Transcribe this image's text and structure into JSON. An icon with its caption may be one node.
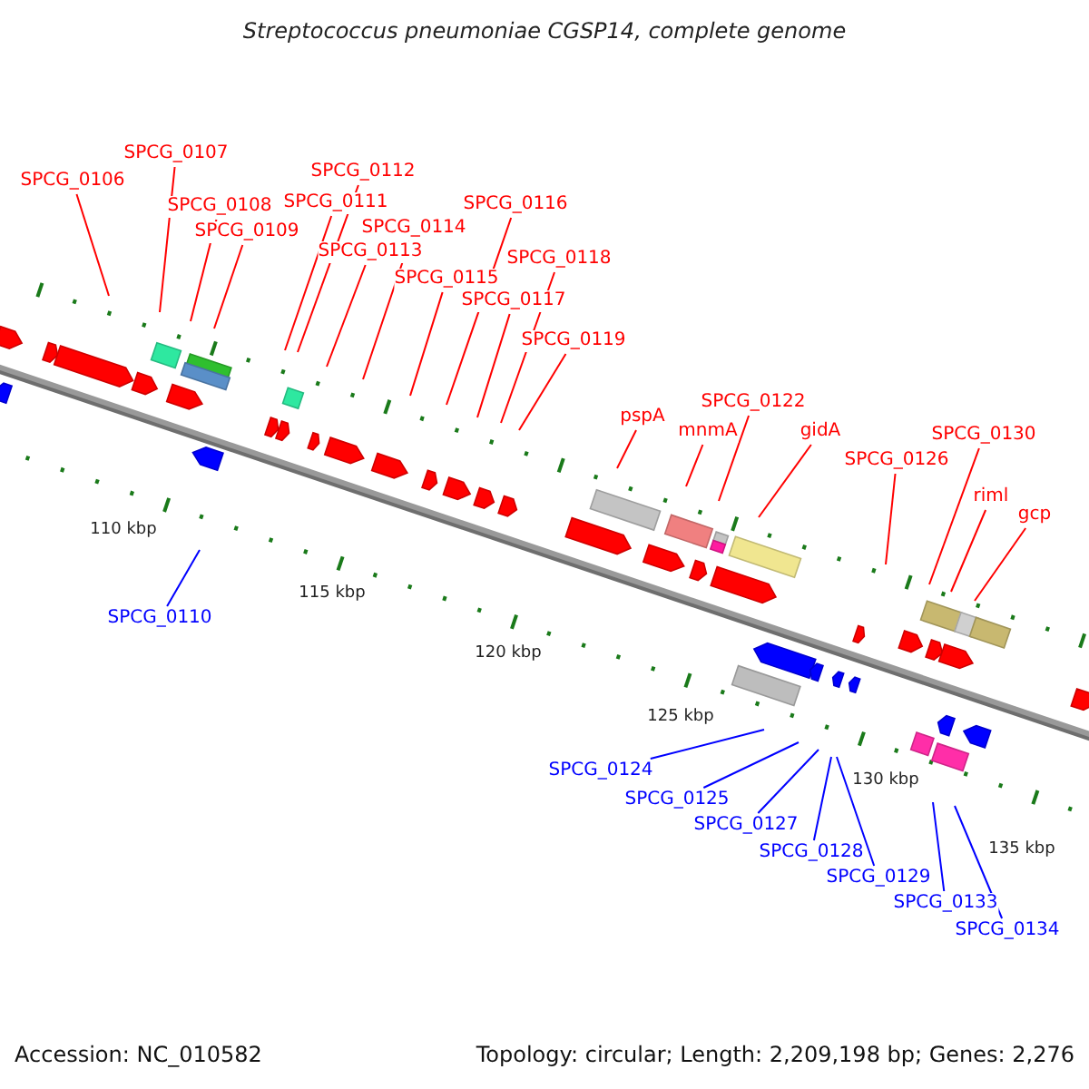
{
  "diagram": {
    "title": "Streptococcus pneumoniae CGSP14, complete genome",
    "nodes": [
      {
        "text": [
          "SPCG_0106"
        ]
      },
      {
        "text": [
          "SPCG_0107"
        ]
      },
      {
        "text": [
          "SPCG_0108"
        ]
      },
      {
        "text": [
          "SPCG_0109"
        ]
      },
      {
        "text": [
          "SPCG_0110"
        ]
      },
      {
        "text": [
          "SPCG_0111"
        ]
      },
      {
        "text": [
          "SPCG_0112"
        ]
      },
      {
        "text": [
          "SPCG_0113"
        ]
      },
      {
        "text": [
          "SPCG_0114"
        ]
      },
      {
        "text": [
          "SPCG_0115"
        ]
      },
      {
        "text": [
          "SPCG_0116"
        ]
      },
      {
        "text": [
          "SPCG_0117"
        ]
      },
      {
        "text": [
          "SPCG_0118"
        ]
      },
      {
        "text": [
          "SPCG_0119"
        ]
      },
      {
        "text": [
          "pspA"
        ]
      },
      {
        "text": [
          "mnmA"
        ]
      },
      {
        "text": [
          "SPCG_0122"
        ]
      },
      {
        "text": [
          "gidA"
        ]
      },
      {
        "text": [
          "SPCG_0124"
        ]
      },
      {
        "text": [
          "SPCG_0125"
        ]
      },
      {
        "text": [
          "SPCG_0126"
        ]
      },
      {
        "text": [
          "SPCG_0127"
        ]
      },
      {
        "text": [
          "SPCG_0128"
        ]
      },
      {
        "text": [
          "SPCG_0129"
        ]
      },
      {
        "text": [
          "SPCG_0130"
        ]
      },
      {
        "text": [
          "riml"
        ]
      },
      {
        "text": [
          "gcp"
        ]
      },
      {
        "text": [
          "SPCG_0133"
        ]
      },
      {
        "text": [
          "SPCG_0134"
        ]
      }
    ],
    "edges": [
      {
        "from": 0,
        "to": null,
        "arrow": "none"
      },
      {
        "from": 1,
        "to": null,
        "arrow": "none"
      },
      {
        "from": 2,
        "to": null,
        "arrow": "none"
      },
      {
        "from": 3,
        "to": null,
        "arrow": "none"
      },
      {
        "from": 4,
        "to": null,
        "arrow": "none",
        "color": "#0000ff"
      },
      {
        "from": 5,
        "to": null,
        "arrow": "none"
      },
      {
        "from": 6,
        "to": null,
        "arrow": "none"
      },
      {
        "from": 7,
        "to": null,
        "arrow": "none"
      },
      {
        "from": 8,
        "to": null,
        "arrow": "none"
      },
      {
        "from": 9,
        "to": null,
        "arrow": "none"
      },
      {
        "from": 10,
        "to": null,
        "arrow": "none"
      },
      {
        "from": 11,
        "to": null,
        "arrow": "none"
      },
      {
        "from": 12,
        "to": null,
        "arrow": "none"
      },
      {
        "from": 13,
        "to": null,
        "arrow": "none"
      },
      {
        "from": 14,
        "to": null,
        "arrow": "none"
      },
      {
        "from": 15,
        "to": null,
        "arrow": "none"
      },
      {
        "from": 16,
        "to": null,
        "arrow": "none"
      },
      {
        "from": 17,
        "to": null,
        "arrow": "none"
      },
      {
        "from": 18,
        "to": null,
        "arrow": "none",
        "color": "#0000ff"
      },
      {
        "from": 19,
        "to": null,
        "arrow": "none",
        "color": "#0000ff"
      },
      {
        "from": 20,
        "to": null,
        "arrow": "none"
      },
      {
        "from": 21,
        "to": null,
        "arrow": "none",
        "color": "#0000ff"
      },
      {
        "from": 22,
        "to": null,
        "arrow": "none",
        "color": "#0000ff"
      },
      {
        "from": 23,
        "to": null,
        "arrow": "none",
        "color": "#0000ff"
      },
      {
        "from": 24,
        "to": null,
        "arrow": "none"
      },
      {
        "from": 25,
        "to": null,
        "arrow": "none"
      },
      {
        "from": 26,
        "to": null,
        "arrow": "none"
      },
      {
        "from": 27,
        "to": null,
        "arrow": "none",
        "color": "#0000ff"
      },
      {
        "from": 28,
        "to": null,
        "arrow": "none",
        "color": "#0000ff"
      }
    ],
    "labels": [
      "110 kbp",
      "115 kbp",
      "120 kbp",
      "125 kbp",
      "130 kbp",
      "135 kbp",
      "Accession: NC_010582",
      "Topology: circular; Length: 2,209,198 bp; Genes: 2,276"
    ]
  }
}
